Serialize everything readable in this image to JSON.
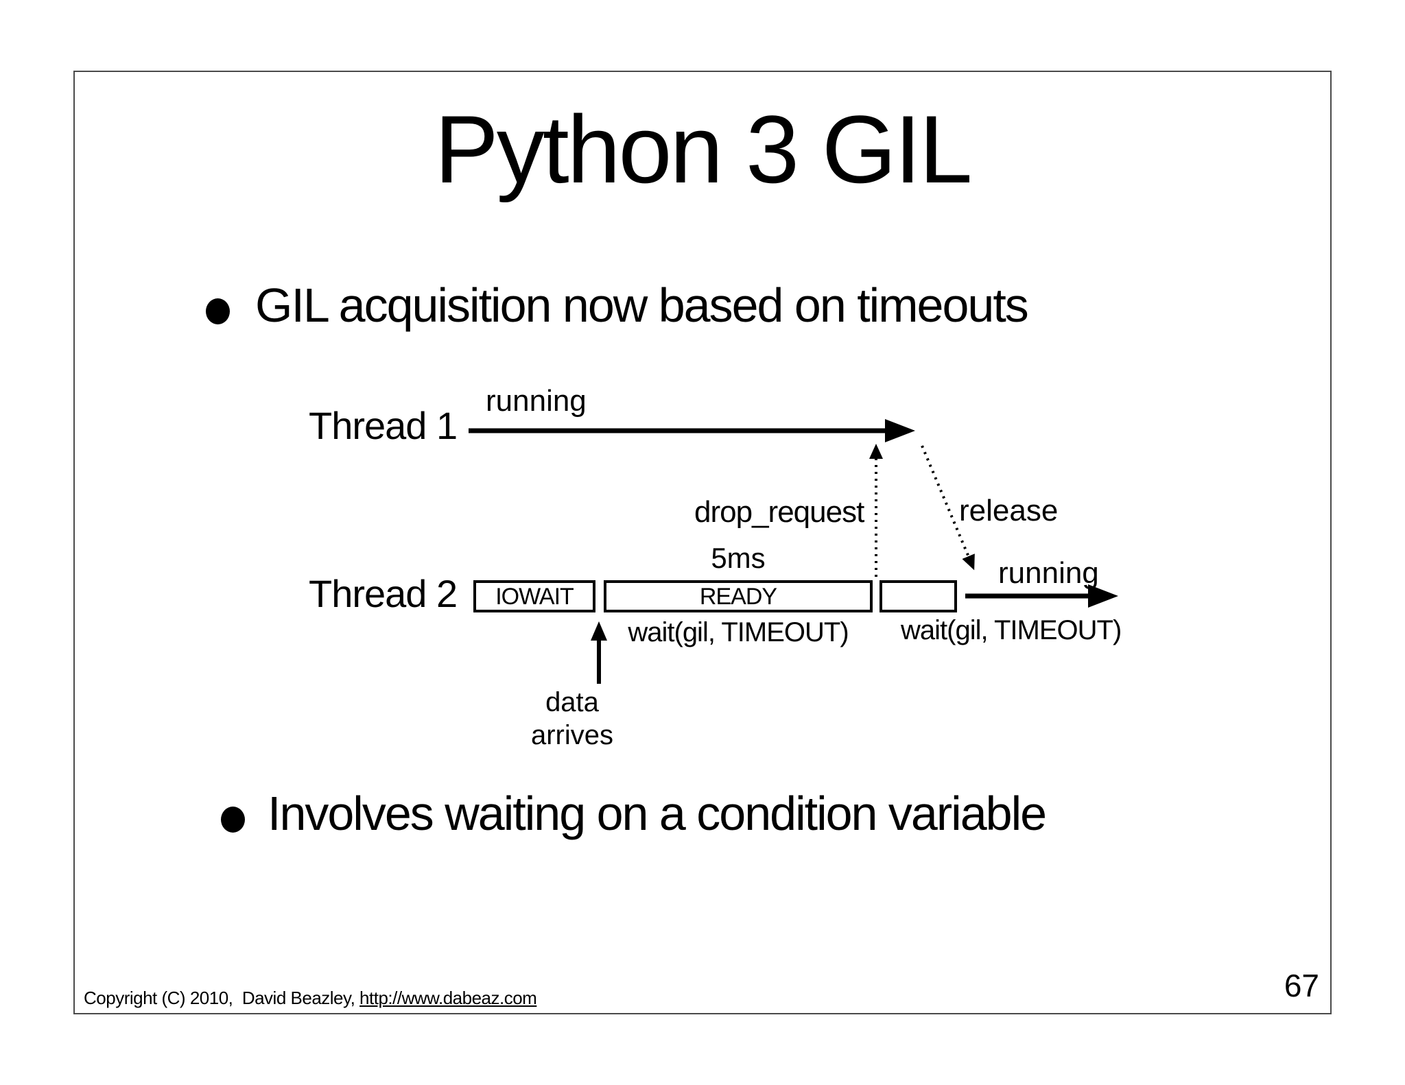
{
  "slide": {
    "title": "Python 3 GIL",
    "bullets": [
      "GIL acquisition now based on timeouts",
      "Involves waiting on a condition variable"
    ],
    "page_number": "67",
    "footer_copyright": "Copyright (C) 2010,  David Beazley, ",
    "footer_link": "http://www.dabeaz.com"
  },
  "diagram": {
    "thread1_label": "Thread 1",
    "thread1_state": "running",
    "drop_request_label": "drop_request",
    "release_label": "release",
    "timeout_duration": "5ms",
    "thread2_label": "Thread 2",
    "iowait_box": "IOWAIT",
    "ready_box": "READY",
    "wait_call_1": "wait(gil, TIMEOUT)",
    "wait_call_2": "wait(gil, TIMEOUT)",
    "thread2_state": "running",
    "data_arrives_line1": "data",
    "data_arrives_line2": "arrives"
  },
  "colors": {
    "text": "#000000",
    "background": "#ffffff",
    "border": "#4a4a4a"
  }
}
